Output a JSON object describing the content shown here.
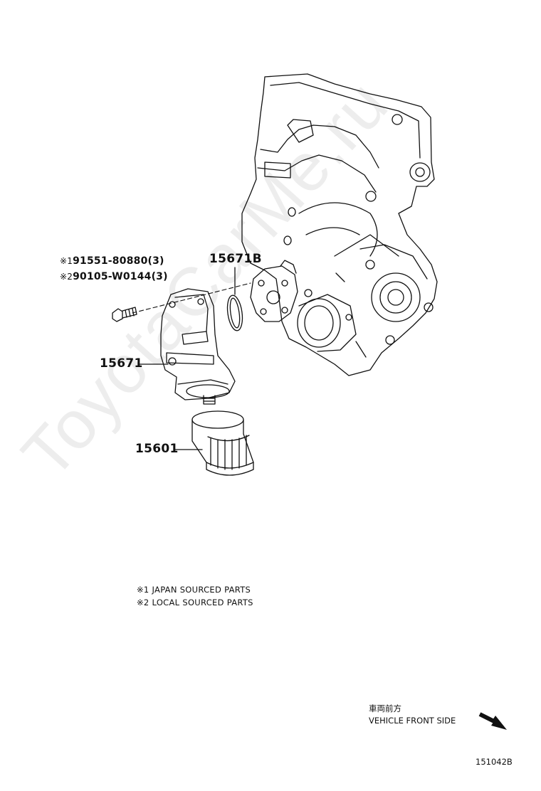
{
  "watermark": "ToyotaCarMe.ru",
  "callouts": {
    "bolt_japan": {
      "marker": "※1",
      "number": "91551-80880(3)"
    },
    "bolt_local": {
      "marker": "※2",
      "number": "90105-W0144(3)"
    },
    "gasket": "15671B",
    "bracket": "15671",
    "filter": "15601"
  },
  "notes": [
    {
      "marker": "※1",
      "text": "JAPAN SOURCED PARTS"
    },
    {
      "marker": "※2",
      "text": "LOCAL SOURCED PARTS"
    }
  ],
  "direction": {
    "jp_label": "車両前方",
    "label": "VEHICLE FRONT SIDE",
    "arrow_icon": "arrow-down-right-icon"
  },
  "diagram_code": "151042B"
}
